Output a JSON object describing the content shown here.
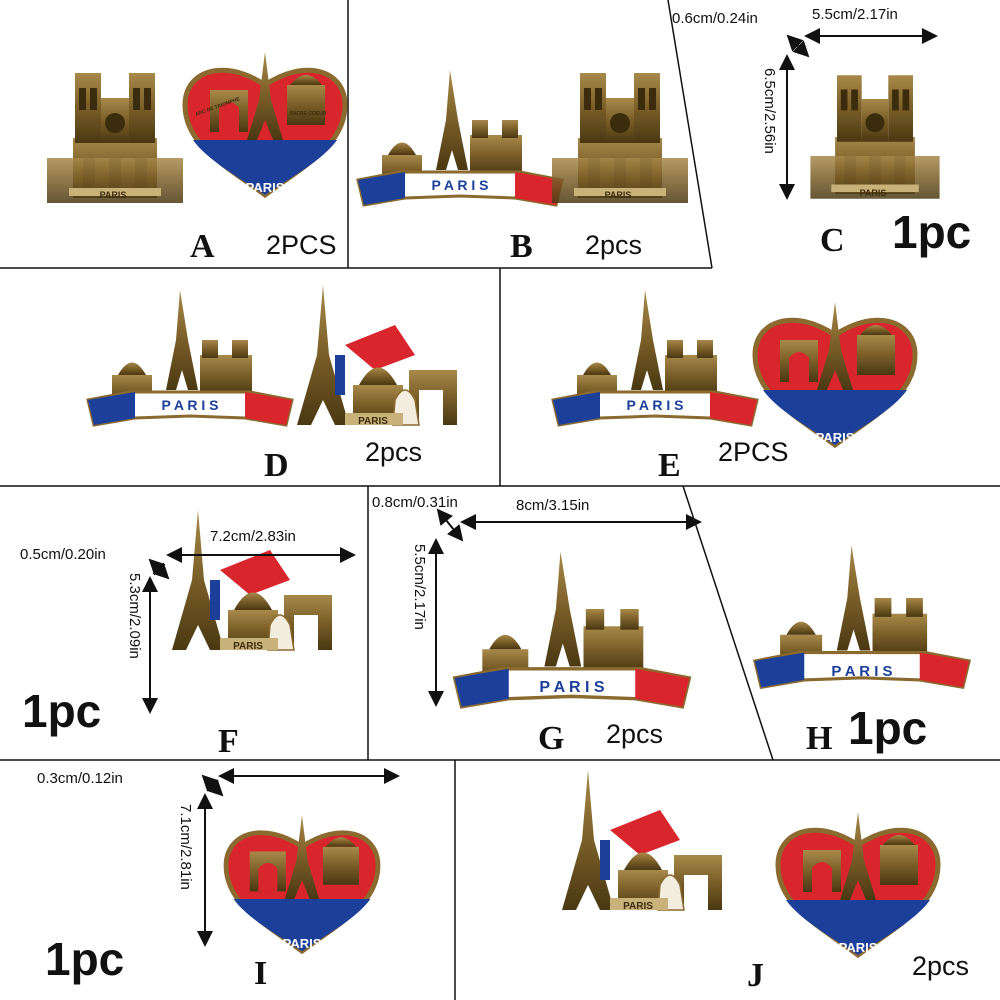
{
  "panels": [
    {
      "letter": "A",
      "quantity": "2PCS"
    },
    {
      "letter": "B",
      "quantity": "2pcs"
    },
    {
      "letter": "C",
      "quantity": "1pc",
      "dims": {
        "thickness": "0.6cm/0.24in",
        "width": "5.5cm/2.17in",
        "height": "6.5cm/2.56in"
      }
    },
    {
      "letter": "D",
      "quantity": "2pcs"
    },
    {
      "letter": "E",
      "quantity": "2PCS"
    },
    {
      "letter": "F",
      "quantity": "1pc",
      "dims": {
        "thickness": "0.5cm/0.20in",
        "width": "7.2cm/2.83in",
        "height": "5.3cm/2.09in"
      }
    },
    {
      "letter": "G",
      "quantity": "2pcs",
      "dims": {
        "thickness": "0.8cm/0.31in",
        "width": "8cm/3.15in",
        "height": "5.5cm/2.17in"
      }
    },
    {
      "letter": "H",
      "quantity": "1pc"
    },
    {
      "letter": "I",
      "quantity": "1pc",
      "dims": {
        "thickness": "0.3cm/0.12in",
        "height": "7.1cm/2.81in"
      }
    },
    {
      "letter": "J",
      "quantity": "2pcs"
    }
  ],
  "magnet_text": {
    "paris": "PARIS",
    "paris_spaced": "P A R I S",
    "arc_label": "ARC DE TRIOMPHE",
    "sacre_label": "SACRE COEUR"
  },
  "colors": {
    "bronze": "#8a6a2e",
    "bronze_dark": "#4a3812",
    "red": "#d9262c",
    "blue": "#1c3f9a",
    "white": "#ffffff"
  }
}
